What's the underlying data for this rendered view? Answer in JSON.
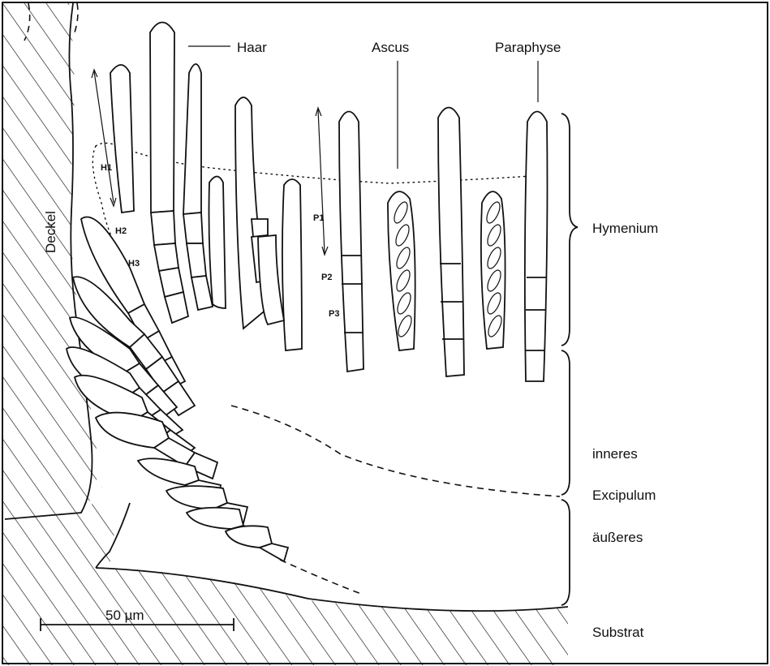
{
  "labels": {
    "haar": "Haar",
    "ascus": "Ascus",
    "paraphyse": "Paraphyse",
    "hymenium": "Hymenium",
    "inneres": "inneres",
    "excipulum": "Excipulum",
    "aeusseres": "äußeres",
    "substrat": "Substrat",
    "deckel": "Deckel",
    "scale": "50 µm"
  },
  "growth_zones": {
    "hair": [
      "H1",
      "H2",
      "H3"
    ],
    "paraphysis": [
      "P1",
      "P2",
      "P3"
    ]
  },
  "colors": {
    "ink": "#111111",
    "paper": "#ffffff"
  }
}
